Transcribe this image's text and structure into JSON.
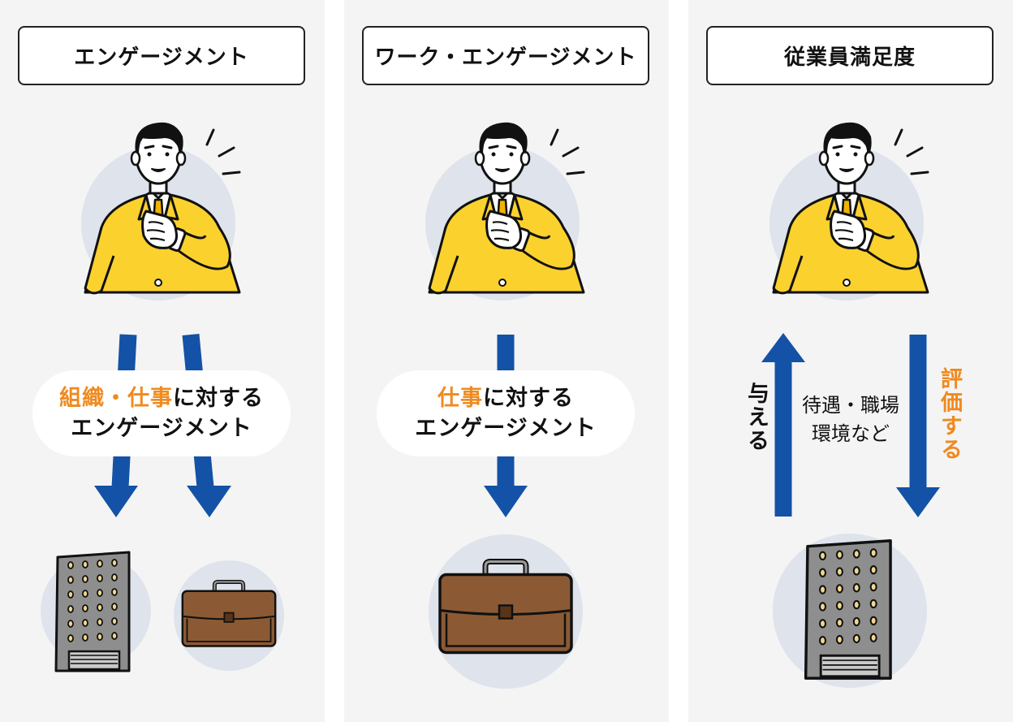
{
  "panels": [
    {
      "title": "エンゲージメント",
      "label_highlight_1": "組織",
      "label_sep": "・",
      "label_highlight_2": "仕事",
      "label_rest_1": "に対する",
      "label_line_2": "エンゲージメント"
    },
    {
      "title": "ワーク・エンゲージメント",
      "label_highlight": "仕事",
      "label_rest_1": "に対する",
      "label_line_2": "エンゲージメント"
    },
    {
      "title": "従業員満足度",
      "give_label": "与える",
      "center_line_1": "待遇・職場",
      "center_line_2": "環境など",
      "evaluate_label": "評価する"
    }
  ],
  "colors": {
    "arrow_blue": "#1352a6",
    "highlight_orange": "#ef8a1f",
    "jacket_yellow": "#fbd12e",
    "circle_bg": "#dee3ec",
    "briefcase_brown": "#8b5a34",
    "building_gray": "#8e8e8e"
  }
}
